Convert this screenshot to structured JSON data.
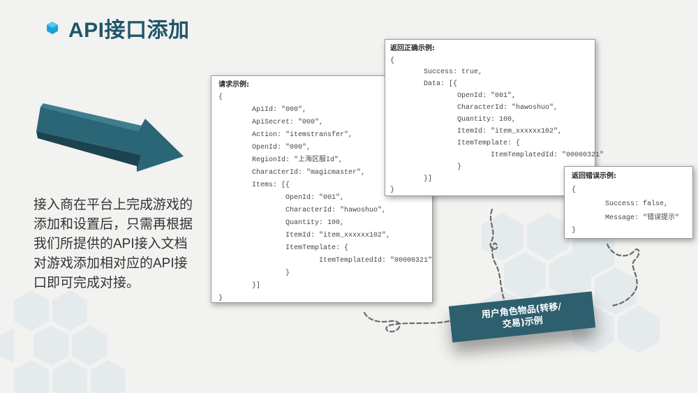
{
  "slide": {
    "title": "API接口添加",
    "description": "接入商在平台上完成游戏的\n添加和设置后，只需再根据\n我们所提供的API接入文档\n对游戏添加相对应的API接\n口即可完成对接。",
    "label": "用户角色物品(转移/\n交易)示例"
  },
  "request_panel": {
    "heading": "请求示例:",
    "lines": [
      "{",
      "        ApiId: \"000\",",
      "        ApiSecret: \"000\",",
      "        Action: \"itemstransfer\",",
      "        OpenId: \"000\",",
      "        RegionId: \"上海区服Id\",",
      "        CharacterId: \"magicmaster\",",
      "        Items: [{",
      "                OpenId: \"001\",",
      "                CharacterId: \"hawoshuo\",",
      "                Quantity: 100,",
      "                ItemId: \"item_xxxxxx102\",",
      "                ItemTemplate: {",
      "                        ItemTemplatedId: \"00000321\"",
      "                }",
      "        }]",
      "}"
    ]
  },
  "success_panel": {
    "heading": "返回正确示例:",
    "lines": [
      "{",
      "        Success: true,",
      "        Data: [{",
      "                OpenId: \"001\",",
      "                CharacterId: \"hawoshuo\",",
      "                Quantity: 100,",
      "                ItemId: \"item_xxxxxx102\",",
      "                ItemTemplate: {",
      "                        ItemTemplatedId: \"00000321\"",
      "                }",
      "        }]",
      "}"
    ]
  },
  "error_panel": {
    "heading": "返回错误示例:",
    "lines": [
      "{",
      "        Success: false,",
      "        Message: \"错误提示\"",
      "}"
    ]
  },
  "colors": {
    "accent": "#1e5668",
    "label_bg": "#2d5f6e",
    "hex_light": "#dfe7ea",
    "hex_icon": "#1aa3d6"
  }
}
